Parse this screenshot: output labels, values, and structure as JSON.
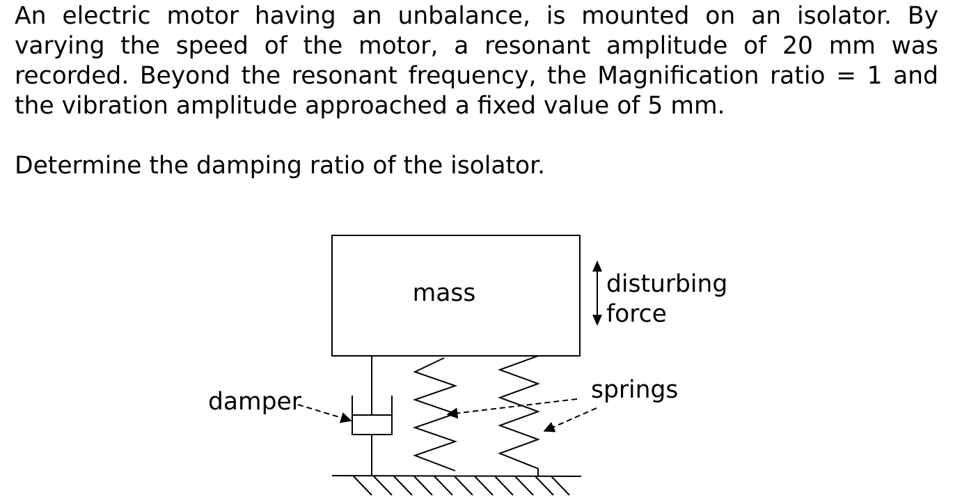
{
  "problem": {
    "statement": "An electric motor having an unbalance, is mounted on an isolator.  By varying the speed of the motor, a resonant amplitude of 20 mm was recorded.  Beyond the resonant frequency, the Magnification ratio = 1 and the vibration amplitude approached a fixed value of 5 mm.",
    "question": "Determine the damping ratio of the isolator."
  },
  "diagram": {
    "mass_label": "mass",
    "force_label_line1": "disturbing",
    "force_label_line2": "force",
    "damper_label": "damper",
    "springs_label": "springs"
  }
}
